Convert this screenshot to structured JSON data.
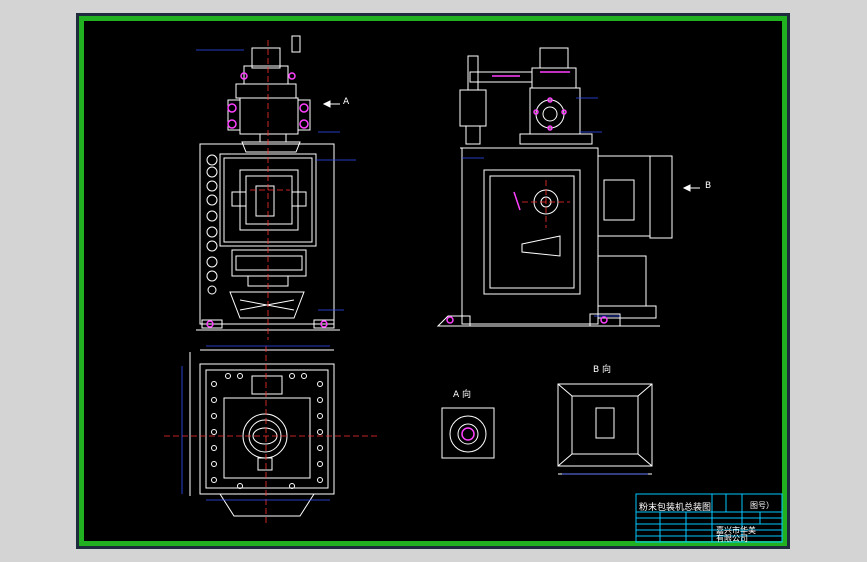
{
  "colors": {
    "background": "#000000",
    "frame": "#20b020",
    "outline": "#ffffff",
    "dimension": "#3050ff",
    "centerline": "#ff3030",
    "accent": "#ff40ff",
    "title_block": "#00c8ff"
  },
  "labels": {
    "view_a_marker": "A",
    "view_b_marker": "B",
    "view_a_title": "A 向",
    "view_b_title": "B 向"
  },
  "title_block": {
    "drawing_title": "粉末包装机总装图",
    "drawing_number": "图号）",
    "company_line1": "嘉兴市华美",
    "company_line2": "有限公司"
  }
}
